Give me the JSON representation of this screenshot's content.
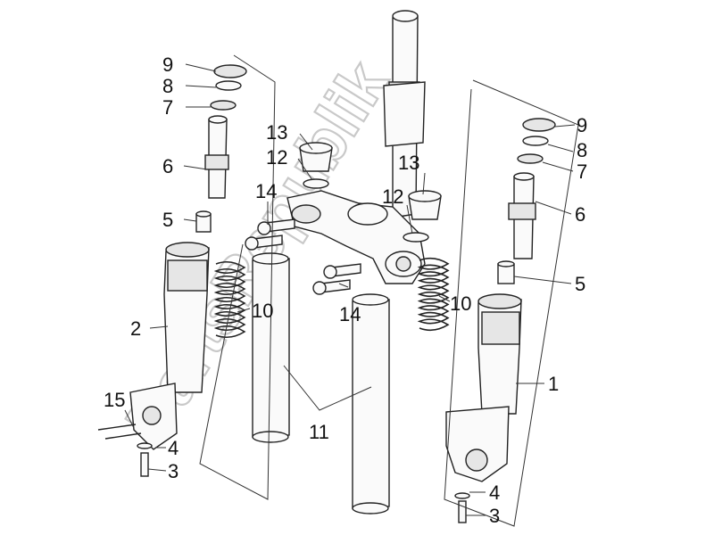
{
  "watermark": "PartsRepublik",
  "callouts": [
    {
      "id": "c9a",
      "label": "9"
    },
    {
      "id": "c8a",
      "label": "8"
    },
    {
      "id": "c7a",
      "label": "7"
    },
    {
      "id": "c6a",
      "label": "6"
    },
    {
      "id": "c5a",
      "label": "5"
    },
    {
      "id": "c2",
      "label": "2"
    },
    {
      "id": "c15",
      "label": "15"
    },
    {
      "id": "c4a",
      "label": "4"
    },
    {
      "id": "c3a",
      "label": "3"
    },
    {
      "id": "c13a",
      "label": "13"
    },
    {
      "id": "c12a",
      "label": "12"
    },
    {
      "id": "c14a",
      "label": "14"
    },
    {
      "id": "c10a",
      "label": "10"
    },
    {
      "id": "c11",
      "label": "11"
    },
    {
      "id": "c14b",
      "label": "14"
    },
    {
      "id": "c13b",
      "label": "13"
    },
    {
      "id": "c12b",
      "label": "12"
    },
    {
      "id": "c10b",
      "label": "10"
    },
    {
      "id": "c9b",
      "label": "9"
    },
    {
      "id": "c8b",
      "label": "8"
    },
    {
      "id": "c7b",
      "label": "7"
    },
    {
      "id": "c6b",
      "label": "6"
    },
    {
      "id": "c5b",
      "label": "5"
    },
    {
      "id": "c1",
      "label": "1"
    },
    {
      "id": "c4b",
      "label": "4"
    },
    {
      "id": "c3b",
      "label": "3"
    }
  ]
}
